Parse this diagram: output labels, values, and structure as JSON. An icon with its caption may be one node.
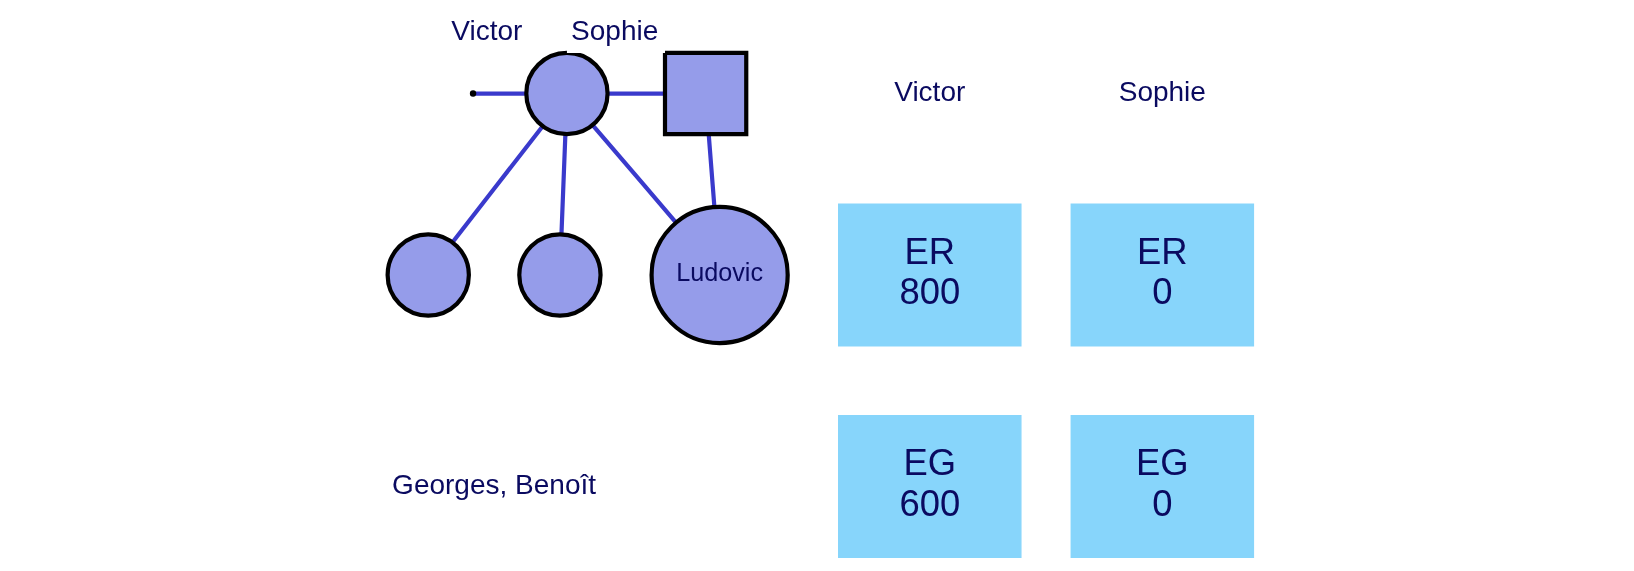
{
  "diagram": {
    "nodes": [
      {
        "text": [
          "Victor"
        ]
      },
      {
        "text": [
          "Sophie"
        ]
      },
      {
        "text": [],
        "shape": "circle"
      },
      {
        "text": [],
        "shape": "circle"
      },
      {
        "text": [
          "Ludovic"
        ]
      },
      {
        "text": [
          "ER",
          "800"
        ]
      },
      {
        "text": [
          "EG",
          "600"
        ]
      },
      {
        "text": [
          "ER",
          "0"
        ]
      },
      {
        "text": [
          "EG",
          "0"
        ]
      }
    ],
    "edges": [
      {
        "from": null,
        "to": 0,
        "arrow": "none"
      },
      {
        "from": 0,
        "to": 1,
        "arrow": "none"
      },
      {
        "from": 0,
        "to": 2,
        "arrow": "none"
      },
      {
        "from": 0,
        "to": 3,
        "arrow": "none"
      },
      {
        "from": 0,
        "to": 4,
        "arrow": "none"
      },
      {
        "from": 1,
        "to": 4,
        "arrow": "none"
      }
    ],
    "labels": [
      "Georges, Benoît",
      "Victor",
      "Sophie"
    ]
  }
}
